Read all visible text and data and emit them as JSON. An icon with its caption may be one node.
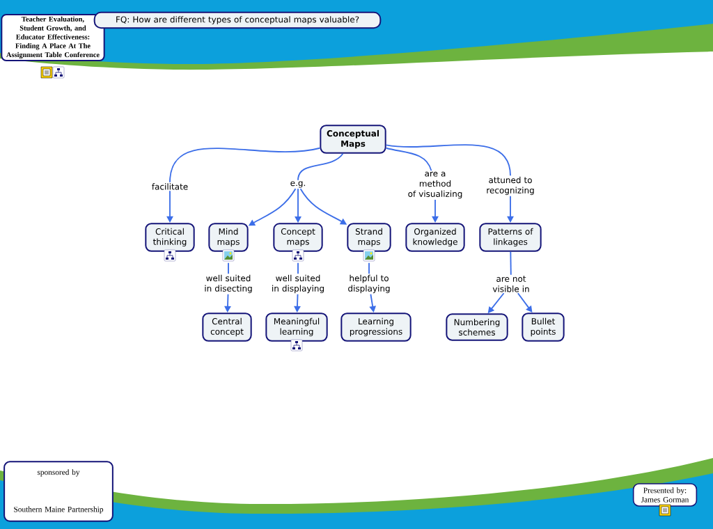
{
  "diagram": {
    "nodes": [
      {
        "text": [
          "Teacher Evaluation, Student Growth, and Educator Effectiveness: Finding A Place At The Assignment Table Conference"
        ]
      },
      {
        "text": [
          "FQ: How are different types of conceptual maps valuable?"
        ]
      },
      {
        "text": [
          "Conceptual Maps"
        ]
      },
      {
        "text": [
          "facilitate"
        ]
      },
      {
        "text": [
          "e.g."
        ]
      },
      {
        "text": [
          "are a method of visualizing"
        ]
      },
      {
        "text": [
          "attuned to recognizing"
        ]
      },
      {
        "text": [
          "Critical thinking"
        ]
      },
      {
        "text": [
          "Mind maps"
        ]
      },
      {
        "text": [
          "Concept maps"
        ]
      },
      {
        "text": [
          "Strand maps"
        ]
      },
      {
        "text": [
          "Organized knowledge"
        ]
      },
      {
        "text": [
          "Patterns of linkages"
        ]
      },
      {
        "text": [
          "well suited in disecting"
        ]
      },
      {
        "text": [
          "well suited in displaying"
        ]
      },
      {
        "text": [
          "helpful to displaying"
        ]
      },
      {
        "text": [
          "are not visible in"
        ]
      },
      {
        "text": [
          "Central concept"
        ]
      },
      {
        "text": [
          "Meaningful learning"
        ]
      },
      {
        "text": [
          "Learning progressions"
        ]
      },
      {
        "text": [
          "Numbering schemes"
        ]
      },
      {
        "text": [
          "Bullet points"
        ]
      },
      {
        "text": [
          "sponsored by",
          "Southern Maine Partnership"
        ]
      },
      {
        "text": [
          "Presented by: James Gorman"
        ]
      }
    ],
    "edges": [
      {
        "from": 2,
        "to": 3,
        "arrow": "none"
      },
      {
        "from": 2,
        "to": 4,
        "arrow": "none"
      },
      {
        "from": 2,
        "to": 5,
        "arrow": "none"
      },
      {
        "from": 2,
        "to": 6,
        "arrow": "none"
      },
      {
        "from": 3,
        "to": 7,
        "arrow": "to"
      },
      {
        "from": 4,
        "to": 8,
        "arrow": "to"
      },
      {
        "from": 4,
        "to": 9,
        "arrow": "to"
      },
      {
        "from": 4,
        "to": 10,
        "arrow": "to"
      },
      {
        "from": 5,
        "to": 11,
        "arrow": "to"
      },
      {
        "from": 6,
        "to": 12,
        "arrow": "to"
      },
      {
        "from": 8,
        "to": 13,
        "arrow": "none"
      },
      {
        "from": 13,
        "to": 17,
        "arrow": "to"
      },
      {
        "from": 9,
        "to": 14,
        "arrow": "none"
      },
      {
        "from": 14,
        "to": 18,
        "arrow": "to"
      },
      {
        "from": 10,
        "to": 15,
        "arrow": "none"
      },
      {
        "from": 15,
        "to": 19,
        "arrow": "to"
      },
      {
        "from": 12,
        "to": 16,
        "arrow": "none"
      },
      {
        "from": 16,
        "to": 20,
        "arrow": "to"
      },
      {
        "from": 16,
        "to": 21,
        "arrow": "to"
      }
    ]
  }
}
